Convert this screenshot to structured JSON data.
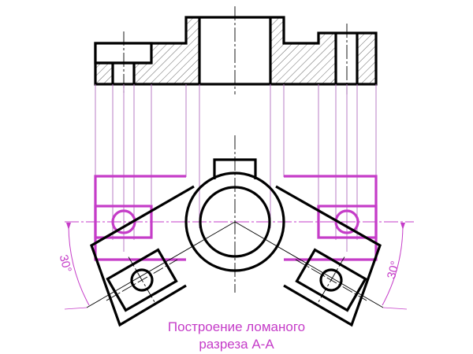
{
  "caption": {
    "line1": "Построение ломаного",
    "line2": "разреза А-А"
  },
  "annotations": {
    "left_angle": "30°",
    "right_angle": "30°"
  },
  "colors": {
    "outline": "#000000",
    "construction": "#c53cc8",
    "projection_line": "#b070c0",
    "background": "#ffffff"
  },
  "drawing": {
    "type": "broken-section construction",
    "views": [
      "section-view-top",
      "plan-view-bottom"
    ]
  }
}
